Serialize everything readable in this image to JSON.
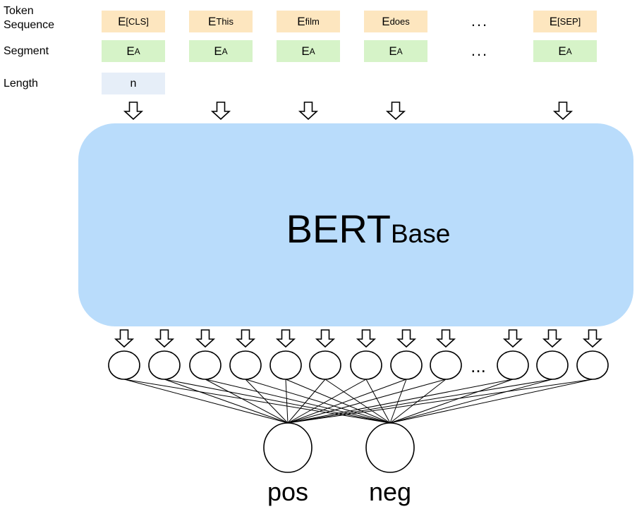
{
  "row_labels": {
    "token_sequence_line1": "Token",
    "token_sequence_line2": "Sequence",
    "segment": "Segment",
    "length": "Length"
  },
  "tokens": [
    {
      "main": "E",
      "sub": "[CLS]"
    },
    {
      "main": "E",
      "sub": "This"
    },
    {
      "main": "E",
      "sub": "film"
    },
    {
      "main": "E",
      "sub": "does"
    },
    {
      "main": "E",
      "sub": "[SEP]"
    }
  ],
  "segments": [
    {
      "main": "E",
      "sub": "A"
    },
    {
      "main": "E",
      "sub": "A"
    },
    {
      "main": "E",
      "sub": "A"
    },
    {
      "main": "E",
      "sub": "A"
    },
    {
      "main": "E",
      "sub": "A"
    }
  ],
  "length_value": "n",
  "ellipsis": "...",
  "model": {
    "name": "BERT",
    "sub": "Base"
  },
  "outputs": {
    "pos": "pos",
    "neg": "neg"
  },
  "colors": {
    "token_box": "#fde6bf",
    "segment_box": "#d6f3c8",
    "length_box": "#e6eef8",
    "bert_block": "#b9dcfb"
  }
}
